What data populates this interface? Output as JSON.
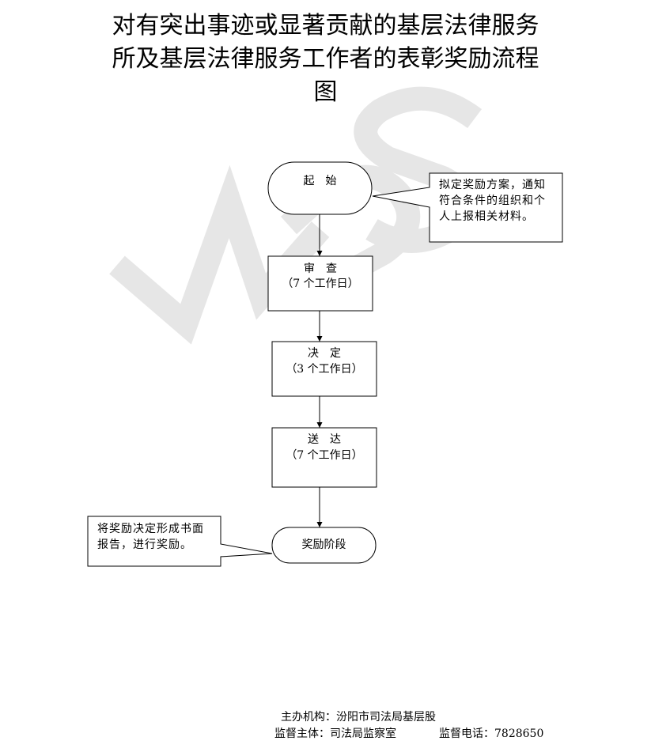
{
  "title": {
    "line1": "对有突出事迹或显著贡献的基层法律服务",
    "line2": "所及基层法律服务工作者的表彰奖励流程",
    "line3": "图"
  },
  "watermark": "WPS",
  "nodes": {
    "start": {
      "label": "起　始"
    },
    "review": {
      "label": "审　查",
      "duration": "（7 个工作日）"
    },
    "decide": {
      "label": "决　定",
      "duration": "（3 个工作日）"
    },
    "deliver": {
      "label": "送　达",
      "duration": "（7 个工作日）"
    },
    "reward": {
      "label": "奖励阶段"
    }
  },
  "callouts": {
    "start_note": {
      "line1": "拟定奖励方案，通知",
      "line2": "符合条件的组织和个",
      "line3": "人上报相关材料。"
    },
    "reward_note": {
      "line1": "将奖励决定形成书面",
      "line2": "报告，进行奖励。"
    }
  },
  "footer": {
    "organizer": "主办机构：汾阳市司法局基层股",
    "supervisor": "监督主体：司法局监察室",
    "phone": "监督电话：7828650"
  },
  "colors": {
    "stroke": "#000000",
    "watermark": "#e6e6e6"
  }
}
